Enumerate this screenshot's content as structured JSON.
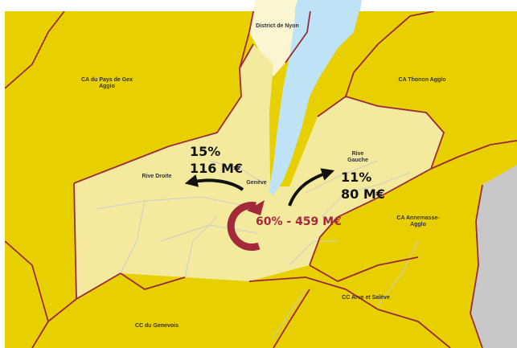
{
  "regions": {
    "district_nyon": "District de Nyon",
    "pays_de_gex": "CA du Pays de Gex\nAggio",
    "thonon": "CA Thonon Agglo",
    "rive_droite": "Rive Droite",
    "geneve": "Genève",
    "rive_gauche": "Rive\nGauche",
    "annemasse": "CA Annemasse-\nAgglo",
    "arve_saleve": "CC Arve et Salève",
    "genevois": "CC du Genevois"
  },
  "flows": {
    "rive_droite": {
      "percent": "15%",
      "amount": "116 M€"
    },
    "rive_gauche": {
      "percent": "11%",
      "amount": "80 M€"
    },
    "geneve": {
      "label": "60% - 459 M€"
    }
  },
  "colors": {
    "outer_region": "#e8cf00",
    "grand_geneve": "#f3ea9e",
    "nyon": "#fbf5d2",
    "lake": "#bfe3f6",
    "border": "#9b2a3a",
    "accent": "#a3283a",
    "gray": "#c8c8c8"
  }
}
